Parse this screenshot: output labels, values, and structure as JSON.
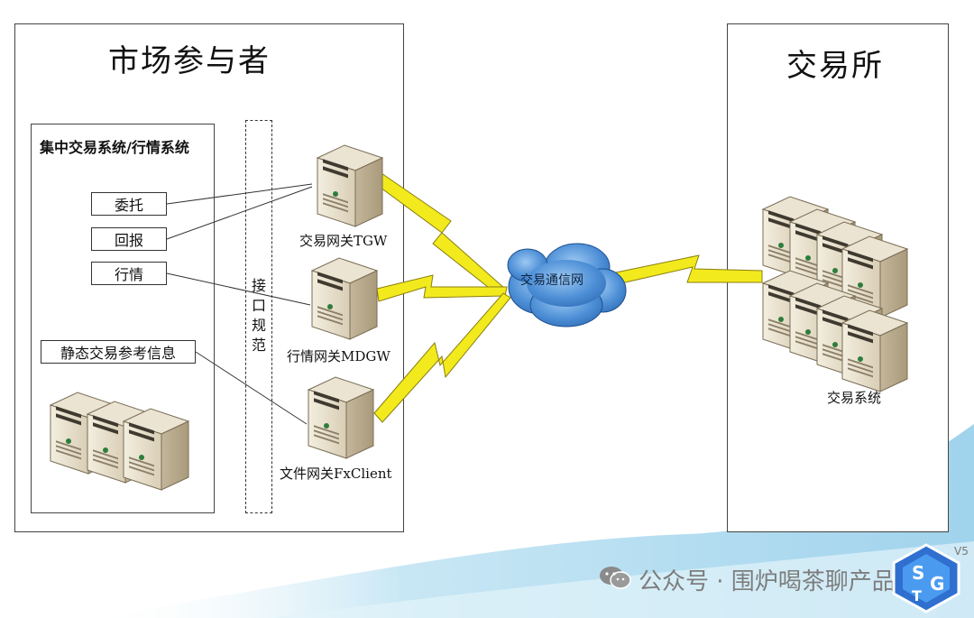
{
  "participants": {
    "title": "市场参与者",
    "system_title": "集中交易系统/行情系统",
    "boxes": [
      "委托",
      "回报",
      "行情",
      "静态交易参考信息"
    ],
    "interface_chars": [
      "接",
      "口",
      "规",
      "范"
    ]
  },
  "gateways": [
    {
      "label": "交易网关TGW"
    },
    {
      "label": "行情网关MDGW"
    },
    {
      "label": "文件网关FxClient"
    }
  ],
  "network": {
    "label": "交易通信网"
  },
  "exchange": {
    "title": "交易所",
    "system_label": "交易系统"
  },
  "watermark": {
    "text": "公众号 · 围炉喝茶聊产品",
    "badge_text": "V5",
    "icon": "wechat-icon"
  },
  "colors": {
    "lightning": "#f2ea1c",
    "cloud": "#4d8fd6",
    "server_body": "#d9ceb6",
    "wave": "#a9d8ee"
  }
}
